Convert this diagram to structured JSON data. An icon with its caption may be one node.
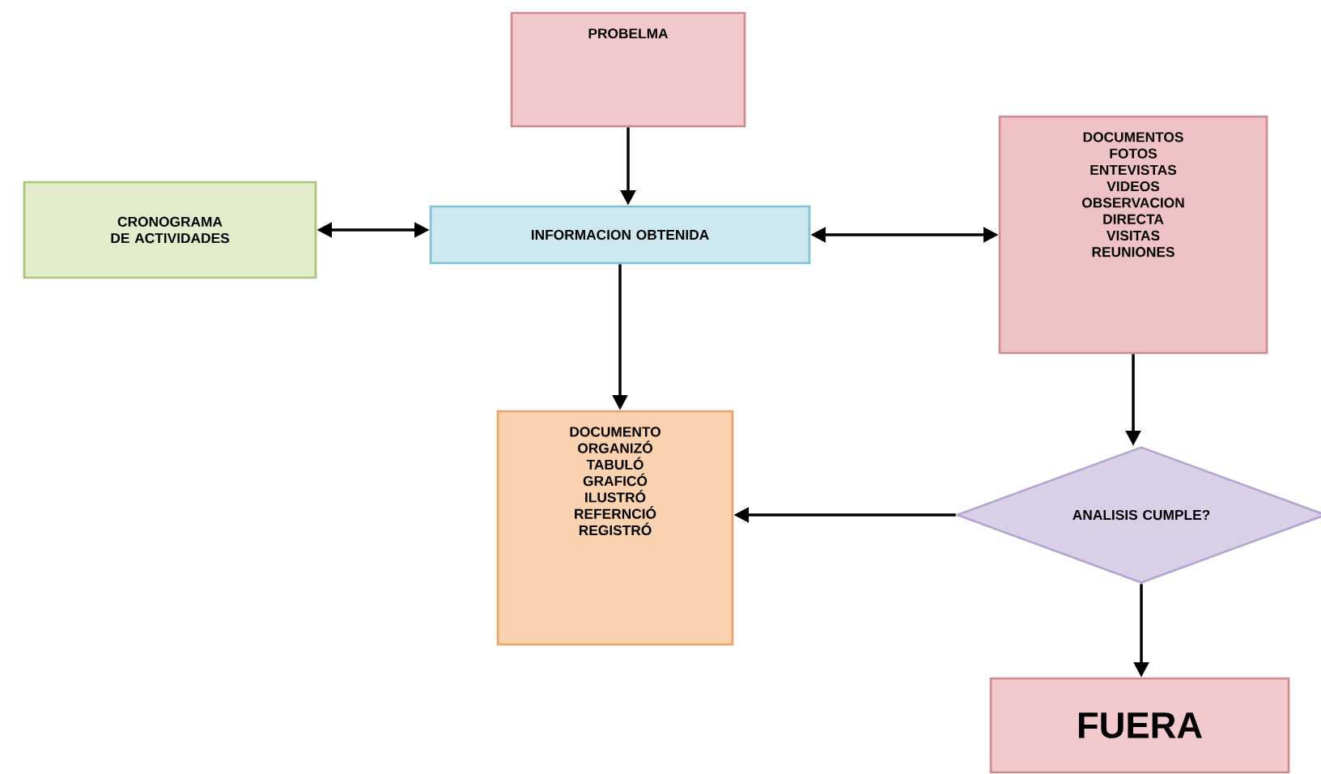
{
  "diagram": {
    "nodes": [
      {
        "text": [
          "PROBELMA"
        ]
      },
      {
        "text": [
          "CRONOGRAMA DE ACTIVIDADES"
        ]
      },
      {
        "text": [
          "INFORMACION OBTENIDA"
        ]
      },
      {
        "text": [
          "DOCUMENTOS",
          "FOTOS",
          "ENTEVISTAS",
          "VIDEOS",
          "OBSERVACION DIRECTA",
          "VISITAS",
          "REUNIONES"
        ]
      },
      {
        "text": [
          "DOCUMENTO",
          "ORGANIZÓ",
          "TABULÓ",
          "GRAFICÓ",
          "ILUSTRÓ",
          "REFERNCIÓ",
          "REGISTRÓ"
        ]
      },
      {
        "text": [
          "ANALISIS CUMPLE?"
        ]
      },
      {
        "text": [
          "FUERA"
        ]
      }
    ],
    "edges": [
      {
        "from": 0,
        "to": 2,
        "arrow": "to"
      },
      {
        "from": 1,
        "to": 2,
        "arrow": "both"
      },
      {
        "from": 2,
        "to": 3,
        "arrow": "both"
      },
      {
        "from": 2,
        "to": 4,
        "arrow": "to"
      },
      {
        "from": 3,
        "to": 5,
        "arrow": "to"
      },
      {
        "from": 5,
        "to": 4,
        "arrow": "to"
      },
      {
        "from": 5,
        "to": 6,
        "arrow": "to"
      }
    ]
  }
}
